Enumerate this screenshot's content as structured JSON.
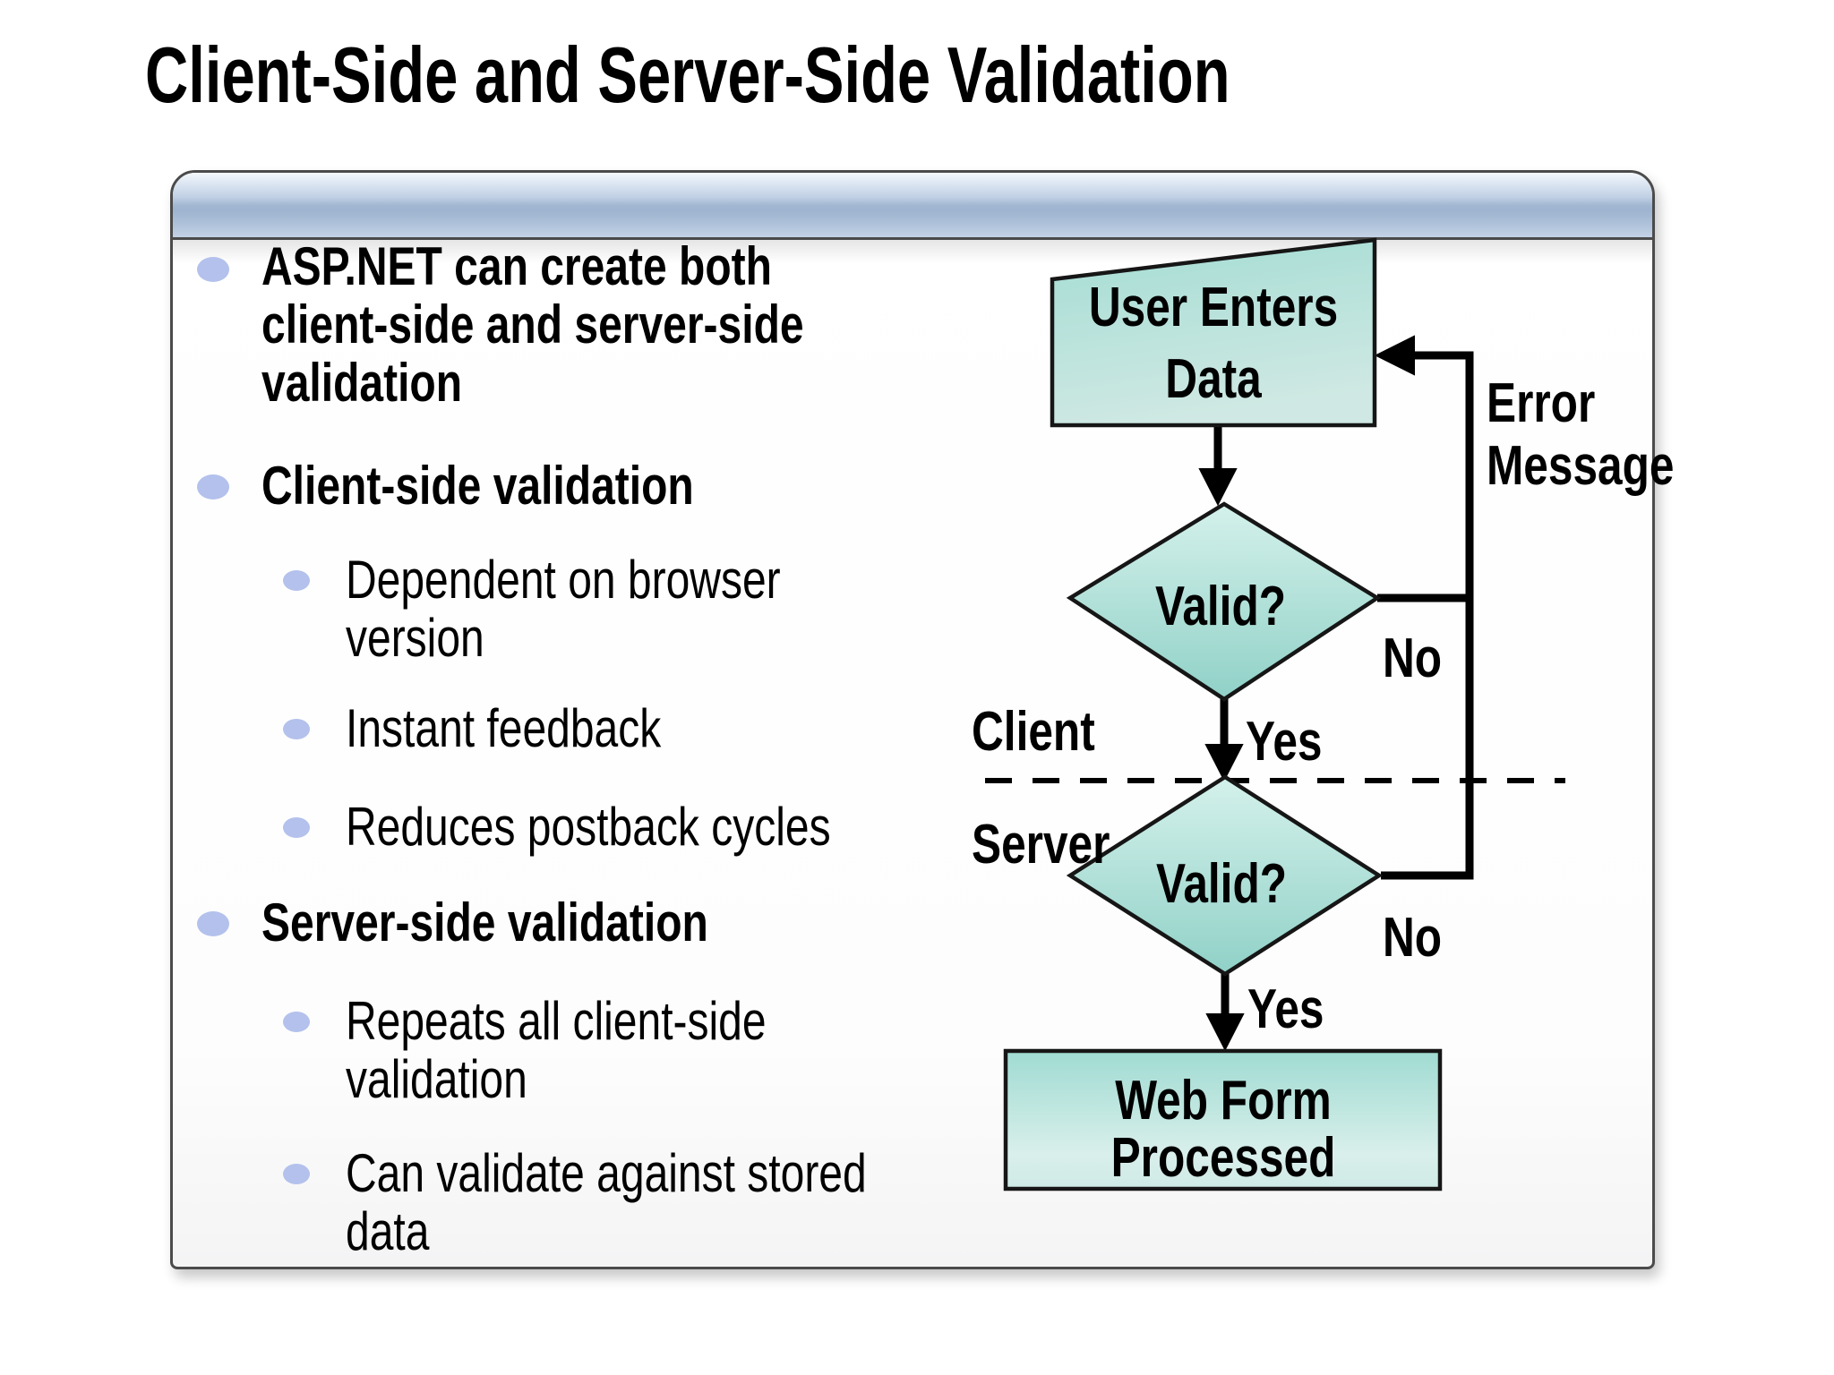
{
  "title": "Client-Side and Server-Side Validation",
  "colors": {
    "bullet-dot": "#b3c1ec",
    "panel-border": "#4b4b4b",
    "header-blue-mid": "#9db3cf",
    "teal-dark": "#8fd0c6",
    "teal-light": "#d2f0ea",
    "ink": "#000000"
  },
  "bullets": [
    {
      "level": 1,
      "lines": [
        "ASP.NET can create both",
        "client-side and server-side",
        "validation"
      ]
    },
    {
      "level": 1,
      "lines": [
        "Client-side validation"
      ]
    },
    {
      "level": 2,
      "lines": [
        "Dependent on browser",
        "version"
      ]
    },
    {
      "level": 2,
      "lines": [
        "Instant feedback"
      ]
    },
    {
      "level": 2,
      "lines": [
        "Reduces postback cycles"
      ]
    },
    {
      "level": 1,
      "lines": [
        "Server-side validation"
      ]
    },
    {
      "level": 2,
      "lines": [
        "Repeats all client-side",
        "validation"
      ]
    },
    {
      "level": 2,
      "lines": [
        "Can validate against stored",
        "data"
      ]
    }
  ],
  "flowchart": {
    "user_box": {
      "line1": "User Enters",
      "line2": "Data"
    },
    "decision1": "Valid?",
    "decision2": "Valid?",
    "web_box": {
      "line1": "Web Form",
      "line2": "Processed"
    },
    "labels": {
      "error_line1": "Error",
      "error_line2": "Message",
      "no1": "No",
      "no2": "No",
      "yes1": "Yes",
      "yes2": "Yes",
      "client": "Client",
      "server": "Server"
    }
  }
}
